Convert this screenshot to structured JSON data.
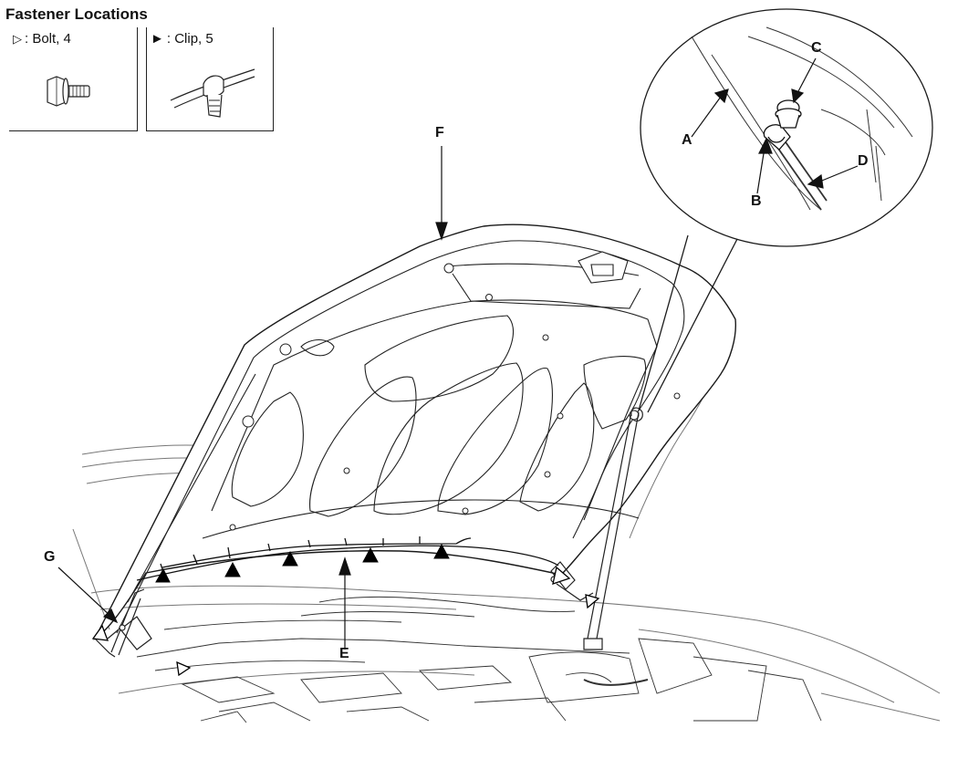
{
  "title": "Fastener Locations",
  "legend": {
    "bolt": {
      "symbol": "▷",
      "label": ": Bolt, 4",
      "icon": "bolt-icon"
    },
    "clip": {
      "symbol": "►",
      "label": ": Clip, 5",
      "icon": "clip-icon"
    }
  },
  "callouts": {
    "A": "A",
    "B": "B",
    "C": "C",
    "D": "D",
    "E": "E",
    "F": "F",
    "G": "G"
  },
  "colors": {
    "line": "#1a1a1a",
    "thin": "#555555",
    "fill": "#ffffff",
    "marker": "#000000"
  }
}
